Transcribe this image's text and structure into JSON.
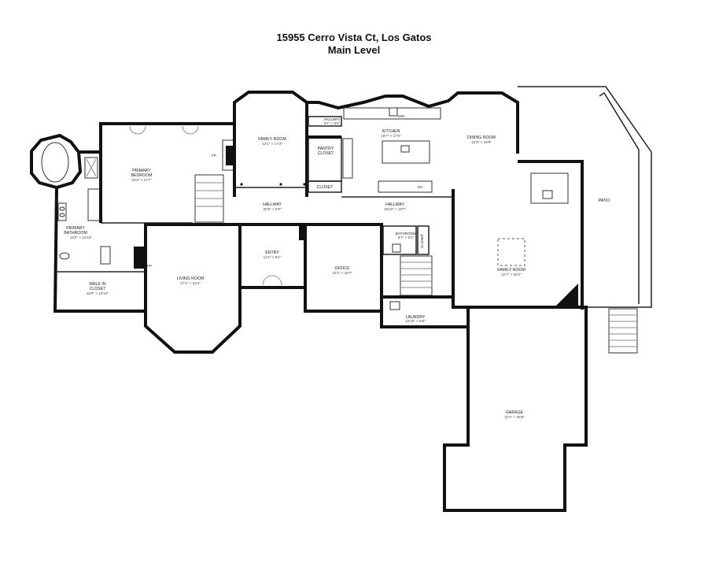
{
  "header": {
    "address": "15955 Cerro Vista Ct, Los Gatos",
    "level": "Main Level"
  },
  "rooms": {
    "primary_bedroom": {
      "name1": "PRIMARY",
      "name2": "BEDROOM",
      "dim": "24'3\" × 17'7\""
    },
    "primary_bathroom": {
      "name1": "PRIMARY",
      "name2": "BATHROOM",
      "dim": "12'2\" × 22'10\""
    },
    "walk_in_closet": {
      "name1": "WALK IN",
      "name2": "CLOSET",
      "dim": "16'0\" × 10'10\""
    },
    "family_room_1": {
      "name": "FAMILY ROOM",
      "dim": "13'1\" × 17'3\""
    },
    "pantry_closet": {
      "name1": "PANTRY",
      "name2": "CLOSET"
    },
    "closet_1": {
      "name": "CLOSET"
    },
    "hallway_small": {
      "name": "HALLWAY",
      "dim": "3'4\" × 5'6\""
    },
    "kitchen": {
      "name": "KITCHEN",
      "dim": "18'7\" × 17'0\""
    },
    "dining_room": {
      "name": "DINING ROOM",
      "dim": "12'9\" × 18'9\""
    },
    "hallway_1": {
      "name": "HALLWAY",
      "dim": "20'6\" × 6'9\""
    },
    "hallway_2": {
      "name": "HALLWAY",
      "dim": "19'10\" × 18'7\""
    },
    "patio": {
      "name": "PATIO"
    },
    "bathroom": {
      "name": "BATHROOM",
      "dim": "6'7\" × 5'3\""
    },
    "closet_2": {
      "name": "CLOSET"
    },
    "entry": {
      "name": "ENTRY",
      "dim": "11'4\" × 8'4\""
    },
    "living_room": {
      "name": "LIVING ROOM",
      "dim": "17'1\" × 23'4\""
    },
    "office": {
      "name": "OFFICE",
      "dim": "12'3\" × 15'7\""
    },
    "family_room_2": {
      "name": "FAMILY ROOM",
      "dim": "21'7\" × 26'2\""
    },
    "laundry": {
      "name": "LAUNDRY",
      "dim": "12'10\" × 5'6\""
    },
    "garage": {
      "name": "GARAGE",
      "dim": "21'2\" × 36'8\""
    }
  },
  "fixtures": {
    "fireplace": "FP",
    "dishwasher": "DW",
    "oven": "OV"
  }
}
